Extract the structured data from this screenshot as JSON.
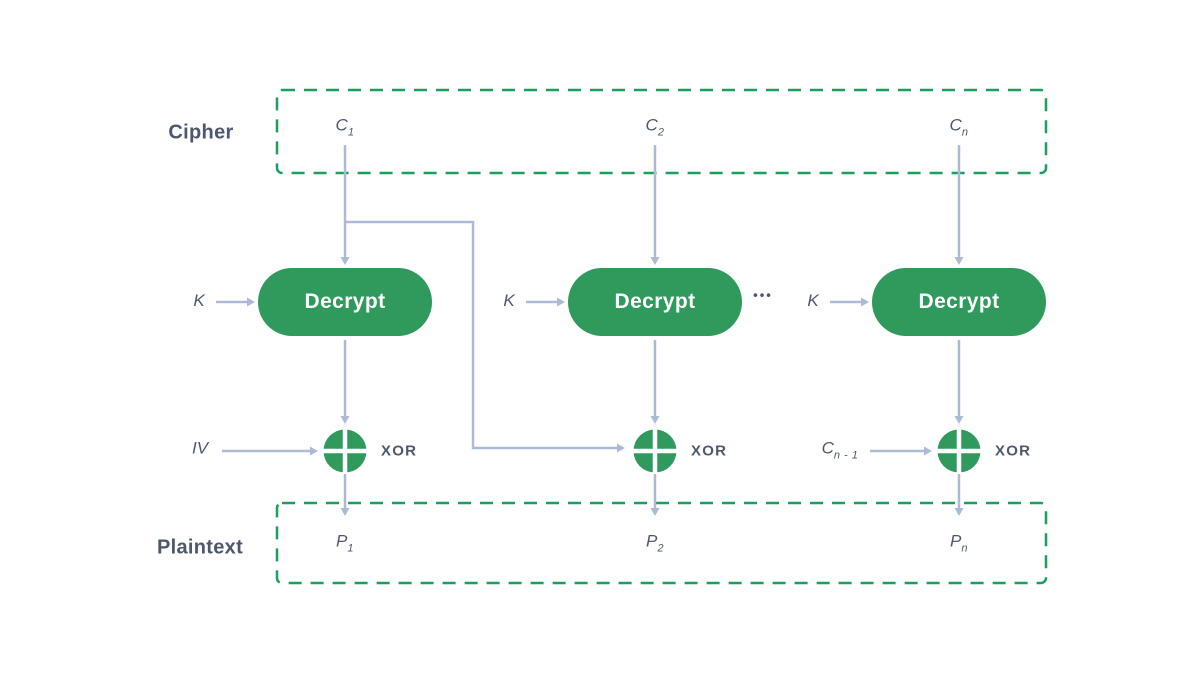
{
  "title": "CBC mode decryption diagram",
  "colors": {
    "block_green": "#30995c",
    "dash_green": "#1a9f5f",
    "arrow": "#adbad7",
    "text": "#4e586c",
    "decrypt_text": "#ffffff"
  },
  "rows": {
    "cipher_label": "Cipher",
    "plaintext_label": "Plaintext"
  },
  "ellipsis": "•••",
  "columns": [
    {
      "cipher_base": "C",
      "cipher_sub": "1",
      "key": "K",
      "decrypt": "Decrypt",
      "xor": "XOR",
      "input_base": "IV",
      "input_sub": "",
      "plain_base": "P",
      "plain_sub": "1"
    },
    {
      "cipher_base": "C",
      "cipher_sub": "2",
      "key": "K",
      "decrypt": "Decrypt",
      "xor": "XOR",
      "plain_base": "P",
      "plain_sub": "2"
    },
    {
      "cipher_base": "C",
      "cipher_sub": "n",
      "key": "K",
      "decrypt": "Decrypt",
      "xor": "XOR",
      "input_base": "C",
      "input_sub": "n - 1",
      "plain_base": "P",
      "plain_sub": "n"
    }
  ]
}
